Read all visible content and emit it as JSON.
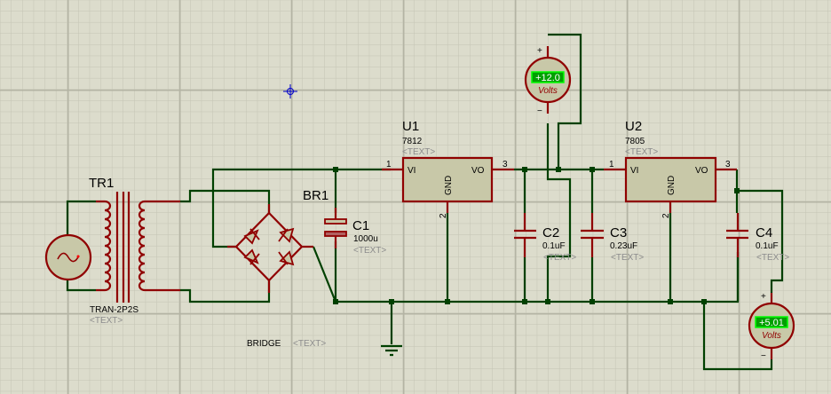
{
  "colors": {
    "background": "#dcdccc",
    "wire": "#004000",
    "component": "#900000",
    "body_fill": "#c8c8a8",
    "meter_display": "#00a000",
    "cursor": "#0000cc"
  },
  "components": {
    "tr1": {
      "ref": "TR1",
      "value": "TRAN-2P2S",
      "text": "<TEXT>"
    },
    "br1": {
      "ref": "BR1",
      "value": "BRIDGE",
      "text": "<TEXT>"
    },
    "c1": {
      "ref": "C1",
      "value": "1000u",
      "text": "<TEXT>"
    },
    "u1": {
      "ref": "U1",
      "value": "7812",
      "text": "<TEXT>",
      "pin_vi": "VI",
      "pin_vo": "VO",
      "pin_gnd": "GND",
      "pin1": "1",
      "pin2": "2",
      "pin3": "3"
    },
    "u2": {
      "ref": "U2",
      "value": "7805",
      "text": "<TEXT>",
      "pin_vi": "VI",
      "pin_vo": "VO",
      "pin_gnd": "GND",
      "pin1": "1",
      "pin2": "2",
      "pin3": "3"
    },
    "c2": {
      "ref": "C2",
      "value": "0.1uF",
      "text": "<TEXT>"
    },
    "c3": {
      "ref": "C3",
      "value": "0.23uF",
      "text": "<TEXT>"
    },
    "c4": {
      "ref": "C4",
      "value": "0.1uF",
      "text": "<TEXT>"
    }
  },
  "voltmeters": [
    {
      "reading": "+12.0",
      "unit": "Volts",
      "plus": "+",
      "minus": "−"
    },
    {
      "reading": "+5.01",
      "unit": "Volts",
      "plus": "+",
      "minus": "−"
    }
  ],
  "icons": {
    "source": "ac-source-icon",
    "cursor": "crosshair-cursor-icon",
    "ground": "ground-icon"
  }
}
